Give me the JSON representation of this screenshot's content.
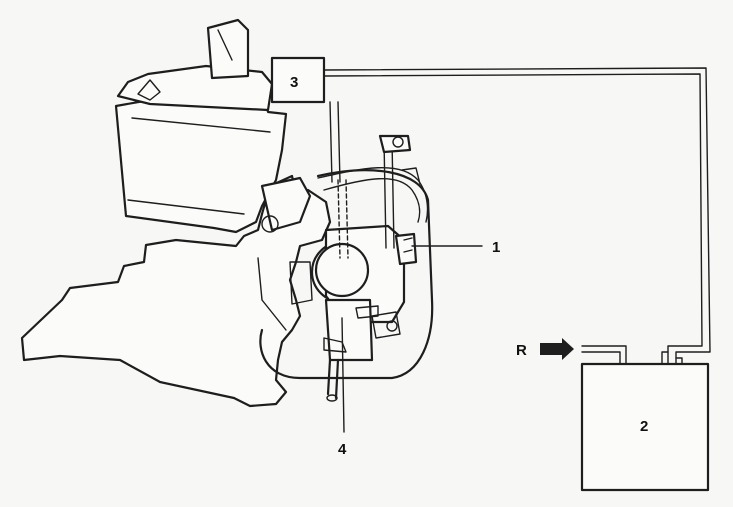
{
  "diagram": {
    "labels": {
      "one": "1",
      "two": "2",
      "three": "3",
      "four": "4",
      "r": "R"
    }
  }
}
